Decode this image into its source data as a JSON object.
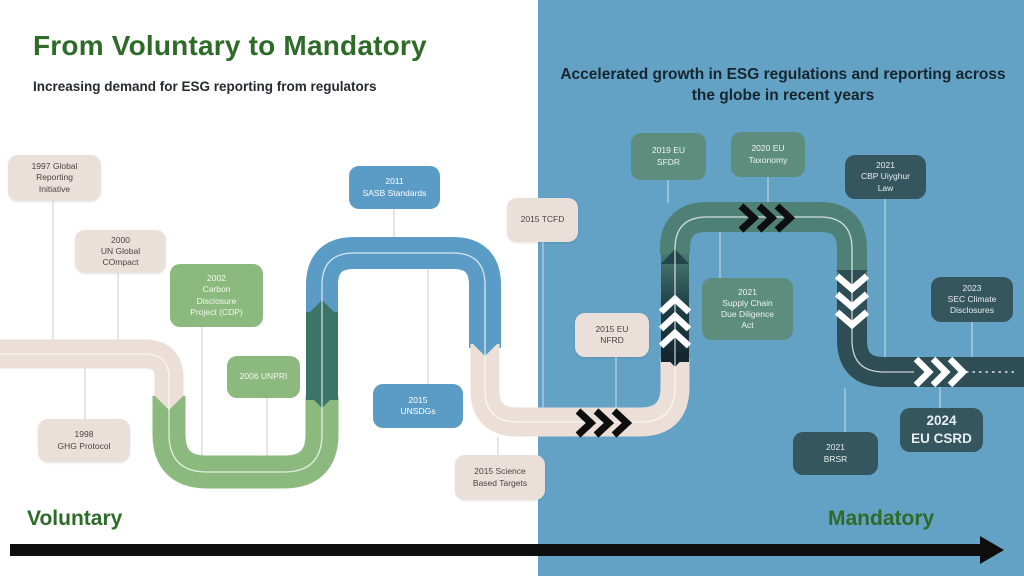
{
  "slide": {
    "title": "From Voluntary to Mandatory",
    "subtitle": "Increasing demand for ESG reporting from regulators",
    "right_heading": "Accelerated growth in ESG regulations and reporting across the globe in recent years",
    "axis": {
      "left_label": "Voluntary",
      "right_label": "Mandatory"
    }
  },
  "palette": {
    "background_left": "#ffffff",
    "background_right": "#63a2c4",
    "title_green": "#2e6b28",
    "heading_dark": "#17262e",
    "ribbon_beige": "#ebdfd8",
    "ribbon_light_green": "#8cba7e",
    "ribbon_steel_blue": "#5b9cc6",
    "ribbon_teal": "#4e8076",
    "ribbon_dark_teal": "#3d7468",
    "ribbon_slate": "#2e4d55",
    "ribbon_near_black": "#15262e",
    "box_teal_green": "#5d8d7d",
    "box_slate": "#35565e",
    "arrow_black": "#0e0e0e"
  },
  "timeline": {
    "events": [
      {
        "id": "gri-1997",
        "color": "beige",
        "label": "1997 Global\nReporting\nInitiative"
      },
      {
        "id": "ghg-1998",
        "color": "beige",
        "label": "1998\nGHG Protocol"
      },
      {
        "id": "ungc-2000",
        "color": "beige",
        "label": "2000\nUN Global\nCOmpact"
      },
      {
        "id": "cdp-2002",
        "color": "green",
        "label": "2002\nCarbon\nDisclosure\nProject (CDP)"
      },
      {
        "id": "unpri-2006",
        "color": "green",
        "label": "2006 UNPRI"
      },
      {
        "id": "sasb-2011",
        "color": "blue",
        "label": "2011\nSASB Standards"
      },
      {
        "id": "unsdgs-2015",
        "color": "blue",
        "label": "2015\nUNSDGs"
      },
      {
        "id": "sbt-2015",
        "color": "beige",
        "label": "2015 Science\nBased Targets"
      },
      {
        "id": "tcfd-2015",
        "color": "beige",
        "label": "2015 TCFD"
      },
      {
        "id": "nfrd-2015",
        "color": "beige",
        "label": "2015 EU\nNFRD"
      },
      {
        "id": "sfdr-2019",
        "color": "teal",
        "label": "2019 EU\nSFDR"
      },
      {
        "id": "taxonomy-2020",
        "color": "teal",
        "label": "2020 EU\nTaxonomy"
      },
      {
        "id": "supply-chain-2021",
        "color": "teal",
        "label": "2021\nSupply Chain\nDue Diligence\nAct"
      },
      {
        "id": "cbp-uiyghur-2021",
        "color": "slate",
        "label": "2021\nCBP Uiyghur\nLaw"
      },
      {
        "id": "brsr-2021",
        "color": "slate",
        "label": "2021\nBRSR"
      },
      {
        "id": "sec-climate-2023",
        "color": "slate",
        "label": "2023\nSEC Climate\nDisclosures"
      },
      {
        "id": "eu-csrd-2024",
        "color": "slate",
        "label": "2024\nEU CSRD"
      }
    ]
  }
}
